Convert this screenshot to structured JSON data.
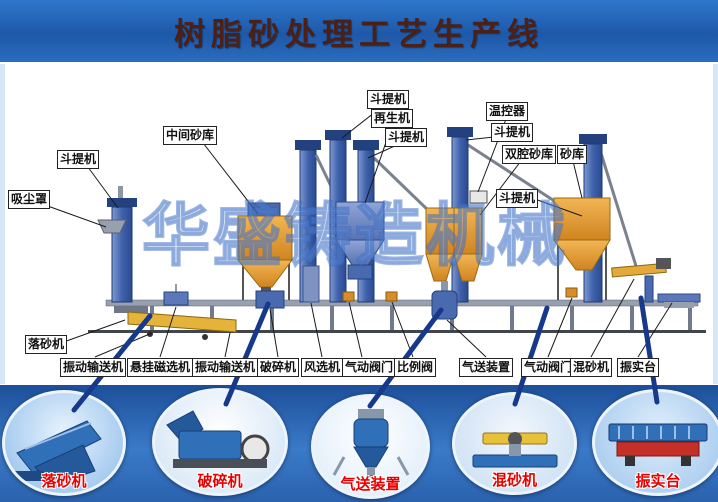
{
  "title": "树脂砂处理工艺生产线",
  "watermark": "华盛铸造机械",
  "labels": {
    "dust_hood": "吸尘罩",
    "elevator": "斗提机",
    "mid_sand_silo": "中间砂库",
    "regenerator": "再生机",
    "temp_controller": "温控器",
    "double_silo": "双腔砂库",
    "sand_silo": "砂库",
    "shakeout": "落砂机",
    "vib_conveyor": "振动输送机",
    "magnetic_separator": "悬挂磁选机",
    "crusher": "破碎机",
    "air_classifier": "风选机",
    "pneumatic_valve": "气动阀门",
    "proportional_valve": "比例阀",
    "pneumatic_conveyor": "气送装置",
    "sand_mixer": "混砂机",
    "compaction_table": "振实台"
  },
  "callouts": [
    "落砂机",
    "破碎机",
    "气送装置",
    "混砂机",
    "振实台"
  ],
  "colors": {
    "header_bg": "#1e58a8",
    "title_color": "#4a2017",
    "band_bg": "#2a62ae",
    "callout_label_color": "#e80000",
    "machine_blue": "#3f62ab",
    "hopper_orange": "#e09a32"
  }
}
